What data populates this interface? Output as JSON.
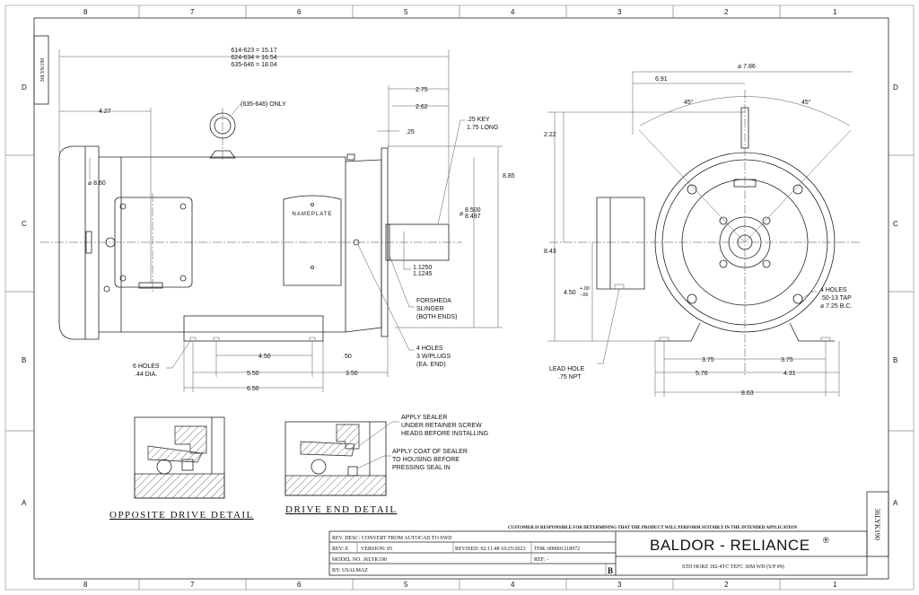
{
  "zones": {
    "columns": [
      "8",
      "7",
      "6",
      "5",
      "4",
      "3",
      "2",
      "1"
    ],
    "rows": [
      "D",
      "C",
      "B",
      "A"
    ]
  },
  "side_label": "36LYK190",
  "side_label_bottom": "36LYK190",
  "side_view": {
    "overall_lengths": [
      "614-623 = 15.17",
      "624-634 = 16.54",
      "635-646 = 18.04"
    ],
    "dim_4_27": "4.27",
    "eyebolt_note": "(635-646) ONLY",
    "dim_2_75": "2.75",
    "dim_2_62": "2.62",
    "dim_0_25": ".25",
    "key_note": [
      ".25 KEY",
      "1.75 LONG"
    ],
    "dim_8_85": "8.85",
    "dia_8_60": "⌀ 8.60",
    "pilot_dia": [
      "8.500",
      "8.497"
    ],
    "pilot_dia_symbol": "⌀",
    "nameplate": "NAMEPLATE",
    "shaft_dia": [
      "1.1250",
      "1.1245"
    ],
    "slinger_note": [
      "FORSHEDA",
      "SLINGER",
      "(BOTH ENDS)"
    ],
    "holes_note": [
      "4 HOLES",
      "3 W/PLUGS",
      "(EA. END)"
    ],
    "feet_holes_note": [
      "6 HOLES",
      ".44 DIA."
    ],
    "dim_4_50": "4.50",
    "dim_0_50": ".50",
    "dim_5_50": "5.50",
    "dim_3_50": "3.50",
    "dim_6_50": "6.50"
  },
  "end_view": {
    "dia_7_86": "⌀ 7.86",
    "dim_6_91": "6.91",
    "angle_left": "45°",
    "angle_right": "45°",
    "dim_2_22": "2.22",
    "dim_8_43": "8.43",
    "dim_4_50": "4.50",
    "tol_4_50": [
      "+.00",
      "-.06"
    ],
    "lead_hole_note": [
      "LEAD HOLE",
      ".75 NPT"
    ],
    "tap_note": [
      "4 HOLES",
      ".50-13 TAP",
      "⌀ 7.25 B.C."
    ],
    "dim_3_75_left": "3.75",
    "dim_3_75_right": "3.75",
    "dim_5_76": "5.76",
    "dim_4_31": "4.31",
    "dim_8_63": "8.63"
  },
  "details": {
    "opposite_drive_title": "OPPOSITE DRIVE DETAIL",
    "drive_end_title": "DRIVE END DETAIL",
    "note_sealer": [
      "APPLY SEALER",
      "UNDER RETAINER SCREW",
      "HEADS BEFORE INSTALLING"
    ],
    "note_coat": [
      "APPLY COAT OF SEALER",
      "TO HOUSING BEFORE",
      "PRESSING SEAL IN"
    ]
  },
  "title_block": {
    "disclaimer": "CUSTOMER IS RESPONSIBLE FOR DETERMINING THAT THE PRODUCT WILL PERFORM SUITABLY IN THE INTENDED APPLICATION",
    "rev_desc": "REV. DESC: CONVERT FROM AUTOCAD TO SWD",
    "rev": "REV:  E",
    "version": "VERSION:  05",
    "revised": "REVISED:  02:11:48 10/25/2023",
    "tdr": "TDR: 000001218972",
    "model": "MODEL NO.   36LYK190",
    "ref": "REF:  -",
    "by": "BY: USALMAZ",
    "size": "B",
    "brand": "BALDOR - RELIANCE",
    "brand_mark": "®",
    "description": "STD HORZ 182-4TC TEFC 36M WD (S/P #9)"
  }
}
